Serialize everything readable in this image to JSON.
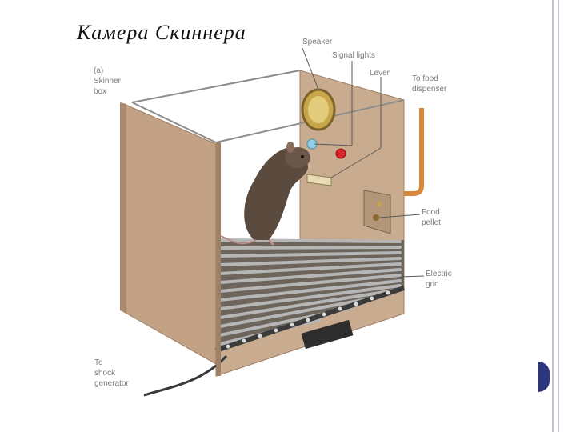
{
  "slide": {
    "title": "Камера Скиннера"
  },
  "figure": {
    "panel_label": "(a)",
    "box_label_line1": "Skinner",
    "box_label_line2": "box",
    "callouts": {
      "speaker": "Speaker",
      "signal_lights": "Signal lights",
      "lever": "Lever",
      "food_dispenser_line1": "To food",
      "food_dispenser_line2": "dispenser",
      "food_pellet_line1": "Food",
      "food_pellet_line2": "pellet",
      "electric_grid_line1": "Electric",
      "electric_grid_line2": "grid",
      "shock_line1": "To",
      "shock_line2": "shock",
      "shock_line3": "generator"
    },
    "colors": {
      "box_wall": "#c9ab8f",
      "box_wall_dark": "#b08f72",
      "grid_bar": "#8c8c8c",
      "signal_light_blue": "#8fd0e6",
      "signal_light_red": "#d9262b",
      "speaker_gold": "#c9a64a",
      "rat": "#5b4a3e",
      "tube": "#d68838"
    }
  }
}
